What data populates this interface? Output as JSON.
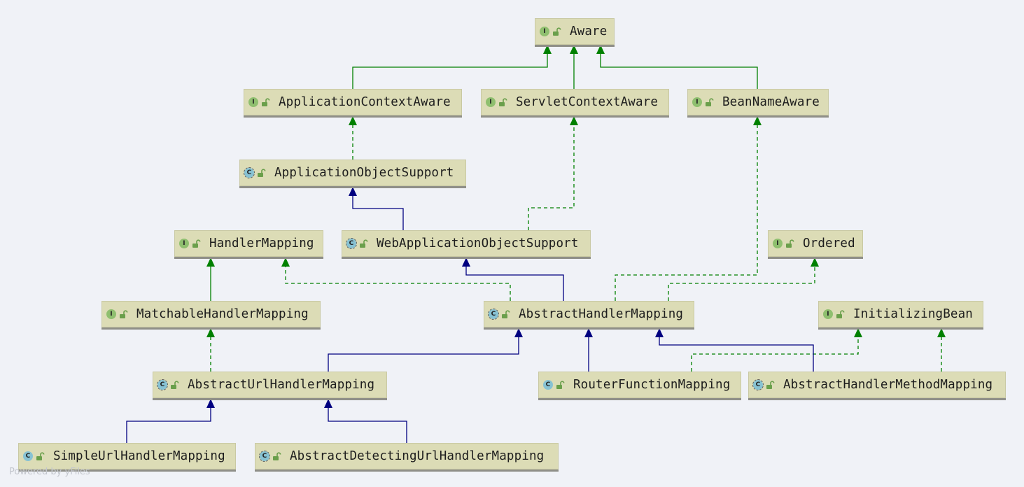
{
  "colors": {
    "extends_edge": "#000080",
    "implements_edge": "#008000",
    "node_fill": "#dcdcb6",
    "interface_badge": "#8fbf6f",
    "class_badge": "#87c2d3",
    "background": "#f0f2f7"
  },
  "nodes": [
    {
      "id": "aware",
      "label": "Aware",
      "kind": "interface",
      "icon": "interface-icon"
    },
    {
      "id": "appctx",
      "label": "ApplicationContextAware",
      "kind": "interface",
      "icon": "interface-icon"
    },
    {
      "id": "servletctx",
      "label": "ServletContextAware",
      "kind": "interface",
      "icon": "interface-icon"
    },
    {
      "id": "beanname",
      "label": "BeanNameAware",
      "kind": "interface",
      "icon": "interface-icon"
    },
    {
      "id": "appobj",
      "label": "ApplicationObjectSupport",
      "kind": "abstract",
      "icon": "abstract-class-icon"
    },
    {
      "id": "handlermapping",
      "label": "HandlerMapping",
      "kind": "interface",
      "icon": "interface-icon"
    },
    {
      "id": "webappobj",
      "label": "WebApplicationObjectSupport",
      "kind": "abstract",
      "icon": "abstract-class-icon"
    },
    {
      "id": "ordered",
      "label": "Ordered",
      "kind": "interface",
      "icon": "interface-icon"
    },
    {
      "id": "matchable",
      "label": "MatchableHandlerMapping",
      "kind": "interface",
      "icon": "interface-icon"
    },
    {
      "id": "abshandler",
      "label": "AbstractHandlerMapping",
      "kind": "abstract",
      "icon": "abstract-class-icon"
    },
    {
      "id": "initbean",
      "label": "InitializingBean",
      "kind": "interface",
      "icon": "interface-icon"
    },
    {
      "id": "absurl",
      "label": "AbstractUrlHandlerMapping",
      "kind": "abstract",
      "icon": "abstract-class-icon"
    },
    {
      "id": "routerfn",
      "label": "RouterFunctionMapping",
      "kind": "class",
      "icon": "class-icon"
    },
    {
      "id": "abshandlermethod",
      "label": "AbstractHandlerMethodMapping",
      "kind": "abstract",
      "icon": "abstract-class-icon"
    },
    {
      "id": "simpleurl",
      "label": "SimpleUrlHandlerMapping",
      "kind": "class",
      "icon": "class-icon"
    },
    {
      "id": "absdetect",
      "label": "AbstractDetectingUrlHandlerMapping",
      "kind": "abstract",
      "icon": "abstract-class-icon"
    }
  ],
  "edges": [
    {
      "from": "appctx",
      "to": "aware",
      "type": "extends-interface"
    },
    {
      "from": "servletctx",
      "to": "aware",
      "type": "extends-interface"
    },
    {
      "from": "beanname",
      "to": "aware",
      "type": "extends-interface"
    },
    {
      "from": "appobj",
      "to": "appctx",
      "type": "implements"
    },
    {
      "from": "webappobj",
      "to": "appobj",
      "type": "extends"
    },
    {
      "from": "webappobj",
      "to": "servletctx",
      "type": "implements"
    },
    {
      "from": "matchable",
      "to": "handlermapping",
      "type": "extends-interface"
    },
    {
      "from": "abshandler",
      "to": "webappobj",
      "type": "extends"
    },
    {
      "from": "abshandler",
      "to": "handlermapping",
      "type": "implements"
    },
    {
      "from": "abshandler",
      "to": "beanname",
      "type": "implements"
    },
    {
      "from": "abshandler",
      "to": "ordered",
      "type": "implements"
    },
    {
      "from": "absurl",
      "to": "abshandler",
      "type": "extends"
    },
    {
      "from": "absurl",
      "to": "matchable",
      "type": "implements"
    },
    {
      "from": "routerfn",
      "to": "abshandler",
      "type": "extends"
    },
    {
      "from": "routerfn",
      "to": "initbean",
      "type": "implements"
    },
    {
      "from": "abshandlermethod",
      "to": "abshandler",
      "type": "extends"
    },
    {
      "from": "abshandlermethod",
      "to": "initbean",
      "type": "implements"
    },
    {
      "from": "simpleurl",
      "to": "absurl",
      "type": "extends"
    },
    {
      "from": "absdetect",
      "to": "absurl",
      "type": "extends"
    }
  ],
  "footer": "Powered by yFiles"
}
